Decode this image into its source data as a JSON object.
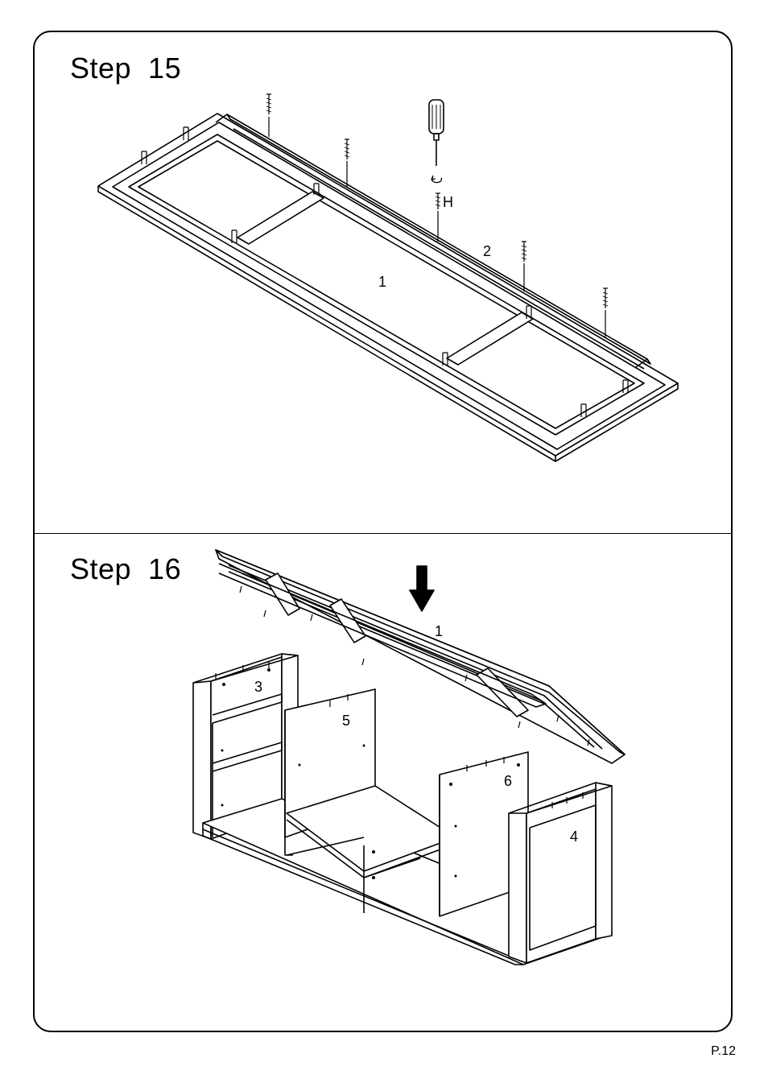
{
  "steps": [
    {
      "title": "Step  15",
      "labels": {
        "part1": "1",
        "part2": "2",
        "hardware": "H"
      }
    },
    {
      "title": "Step  16",
      "labels": {
        "part1": "1",
        "part3": "3",
        "part4": "4",
        "part5": "5",
        "part6": "6"
      }
    }
  ],
  "footer": {
    "page": "P.12"
  }
}
